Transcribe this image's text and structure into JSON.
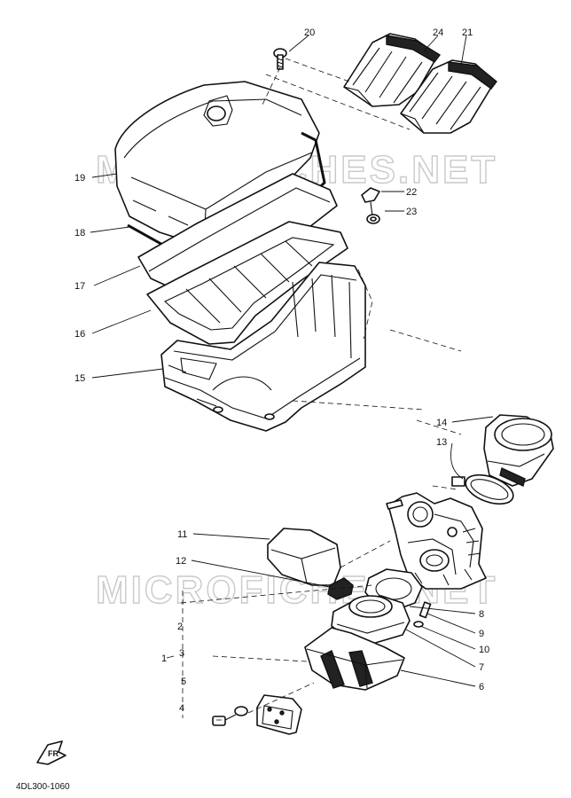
{
  "watermark": "MICROFICHES.NET",
  "diagram_code": "4DL300-1060",
  "front_mark": "FR",
  "parts": [
    {
      "id": "1",
      "label": "1"
    },
    {
      "id": "2",
      "label": "2"
    },
    {
      "id": "3",
      "label": "3"
    },
    {
      "id": "4",
      "label": "4"
    },
    {
      "id": "5",
      "label": "5"
    },
    {
      "id": "6",
      "label": "6"
    },
    {
      "id": "7",
      "label": "7"
    },
    {
      "id": "8",
      "label": "8"
    },
    {
      "id": "9",
      "label": "9"
    },
    {
      "id": "10",
      "label": "10"
    },
    {
      "id": "11",
      "label": "11"
    },
    {
      "id": "12",
      "label": "12"
    },
    {
      "id": "13",
      "label": "13"
    },
    {
      "id": "14",
      "label": "14"
    },
    {
      "id": "15",
      "label": "15"
    },
    {
      "id": "16",
      "label": "16"
    },
    {
      "id": "17",
      "label": "17"
    },
    {
      "id": "18",
      "label": "18"
    },
    {
      "id": "19",
      "label": "19"
    },
    {
      "id": "20",
      "label": "20"
    },
    {
      "id": "21",
      "label": "21"
    },
    {
      "id": "22",
      "label": "22"
    },
    {
      "id": "23",
      "label": "23"
    },
    {
      "id": "24",
      "label": "24"
    }
  ]
}
